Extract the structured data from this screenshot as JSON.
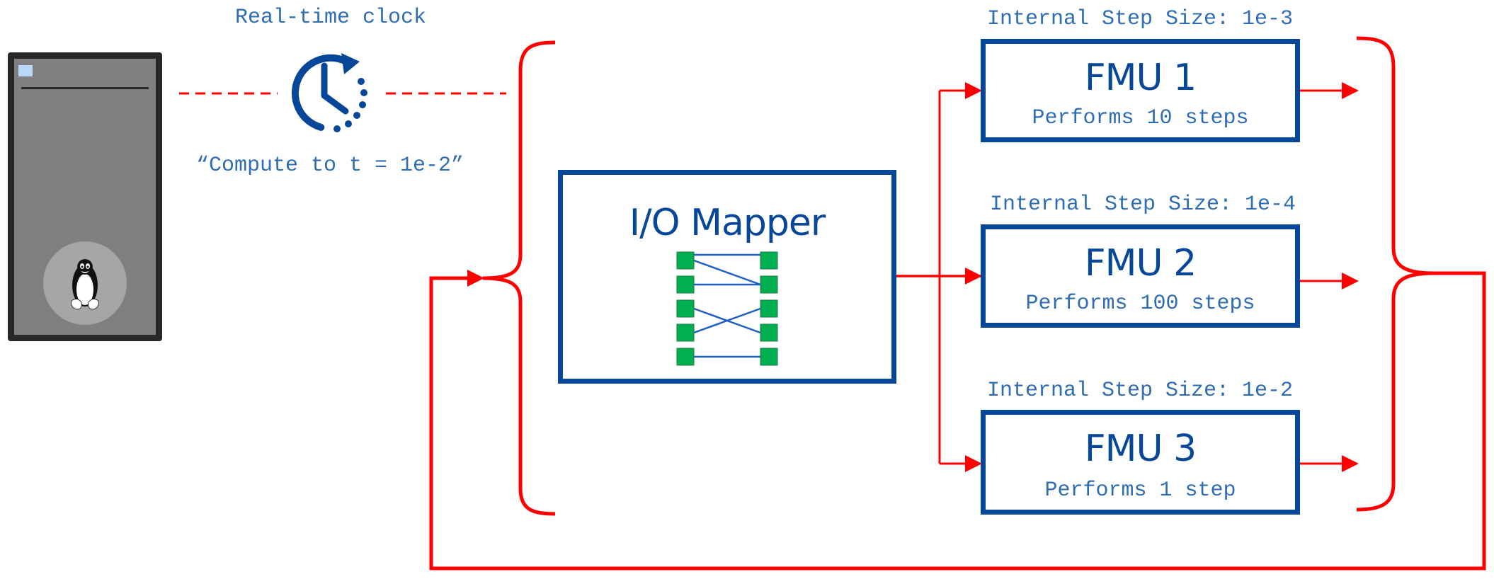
{
  "server": {
    "os_icon": "linux-tux-icon",
    "indicator_icon": "status-light-icon"
  },
  "clock": {
    "label": "Real-time clock",
    "icon": "clock-refresh-icon",
    "command": "“Compute to t = 1e-2”"
  },
  "mapper": {
    "title": "I/O Mapper",
    "ports_per_side": 5,
    "connections": [
      [
        0,
        0
      ],
      [
        0,
        1
      ],
      [
        1,
        1
      ],
      [
        2,
        3
      ],
      [
        3,
        2
      ],
      [
        4,
        4
      ]
    ]
  },
  "fmus": [
    {
      "name": "FMU 1",
      "step_label": "Internal Step Size: 1e-3",
      "steps_label": "Performs 10 steps"
    },
    {
      "name": "FMU 2",
      "step_label": "Internal Step Size: 1e-4",
      "steps_label": "Performs 100 steps"
    },
    {
      "name": "FMU 3",
      "step_label": "Internal Step Size: 1e-2",
      "steps_label": "Performs 1 step"
    }
  ],
  "colors": {
    "signal": "#ff0000",
    "box_border": "#06479a",
    "label_text": "#2f6db3",
    "port_fill": "#00b050",
    "server_body": "#808080",
    "server_frame": "#282828"
  }
}
